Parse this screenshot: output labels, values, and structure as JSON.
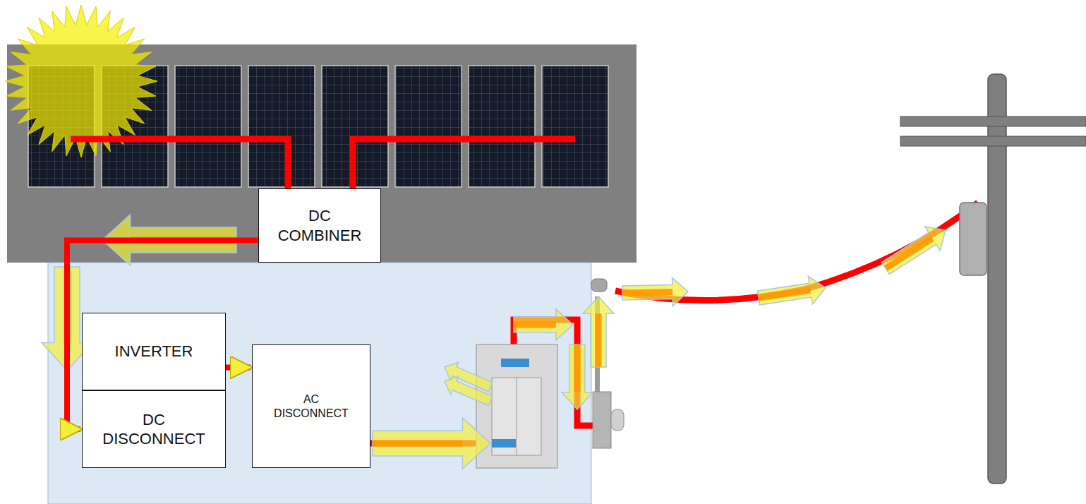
{
  "diagram": {
    "nodes": [
      {
        "text": [
          "DC COMBINER"
        ]
      },
      {
        "text": [
          "INVERTER"
        ]
      },
      {
        "text": [
          "DC DISCONNECT"
        ]
      },
      {
        "text": [
          "AC DISCONNECT"
        ]
      }
    ],
    "edges": [
      {
        "from": 0,
        "to": 2,
        "arrow": "to"
      },
      {
        "from": 1,
        "to": 3,
        "arrow": "to"
      }
    ]
  }
}
